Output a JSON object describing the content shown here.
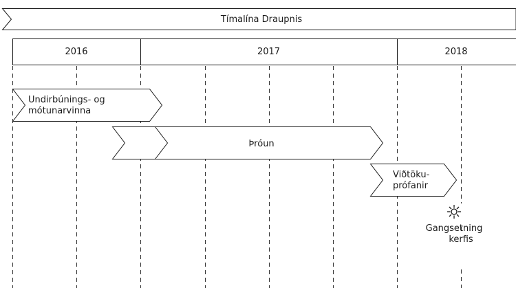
{
  "title": "Tímalína Draupnis",
  "years": [
    "2016",
    "2017",
    "2018"
  ],
  "phases": [
    {
      "label_line1": "Undirbúnings- og",
      "label_line2": "mótunarvinna"
    },
    {
      "label_line1": "Þróun"
    },
    {
      "label_line1": "Viðtöku-",
      "label_line2": "prófanir"
    }
  ],
  "milestone": {
    "icon": "sun-icon",
    "label_line1": "Gangsetning",
    "label_line2": "kerfis"
  },
  "colors": {
    "stroke": "#1a1a1a",
    "fill": "#ffffff",
    "dash": "#333333"
  }
}
